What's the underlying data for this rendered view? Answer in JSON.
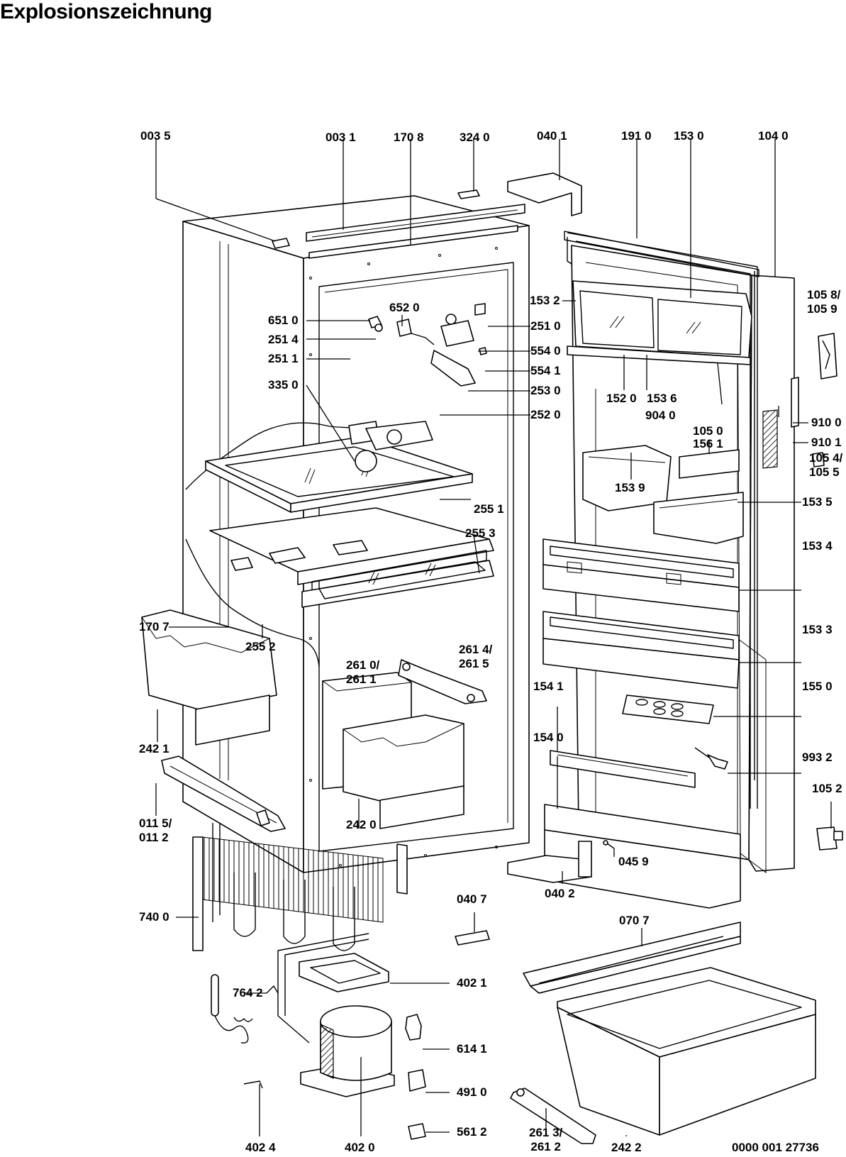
{
  "title": "Explosionszeichnung",
  "doc_number": "0000 001 27736",
  "labels": {
    "l0035": "003 5",
    "l0031": "003 1",
    "l1708": "170 8",
    "l3240": "324 0",
    "l0401": "040 1",
    "l1910": "191 0",
    "l1530": "153 0",
    "l1040": "104 0",
    "l1058": "105 8/\n105 9",
    "l1532": "153 2",
    "l6510": "651 0",
    "l6520": "652 0",
    "l2510": "251 0",
    "l5540": "554 0",
    "l2514": "251 4",
    "l5541": "554 1",
    "l2511": "251 1",
    "l2530": "253 0",
    "l2520": "252 0",
    "l3350": "335 0",
    "l1520": "152 0",
    "l1536": "153 6",
    "l9040": "904 0",
    "l9100": "910 0",
    "l1050": "105 0",
    "l9101": "910 1",
    "l1561": "156 1",
    "l1054": "105 4/\n105 5",
    "l1539": "153 9",
    "l1535": "153 5",
    "l2551": "255 1",
    "l1534": "153 4",
    "l2553": "255 3",
    "l1707": "170 7",
    "l2552": "255 2",
    "l1533": "153 3",
    "l2614": "261 4/\n261 5",
    "l2610": "261 0/\n261 1",
    "l1541": "154 1",
    "l1550": "155 0",
    "l2421": "242 1",
    "l1540": "154 0",
    "l9932": "993 2",
    "l1052": "105 2",
    "l0115": "011 5/\n011 2",
    "l2420": "242 0",
    "l0459": "045 9",
    "l0402": "040 2",
    "l7400": "740 0",
    "l0407": "040 7",
    "l0707": "070 7",
    "l4021": "402 1",
    "l7642": "764 2",
    "l6141": "614 1",
    "l4910": "491 0",
    "l5612": "561 2",
    "l4024": "402 4",
    "l4020": "402 0",
    "l2613": "261 3/\n261 2",
    "l2422": "242 2"
  }
}
